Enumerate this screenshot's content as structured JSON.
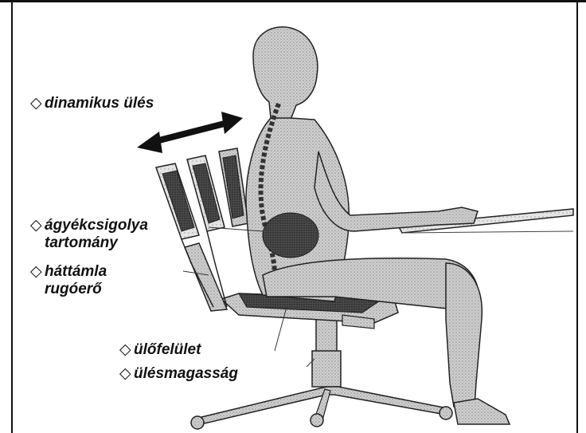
{
  "labels": {
    "dynamic_sitting": "dinamikus ülés",
    "lumbar_line1": "ágyékcsigolya",
    "lumbar_line2": "tartomány",
    "backrest_line1": "háttámla",
    "backrest_line2": "rugóerő",
    "seat_surface": "ülőfelület",
    "seat_height": "ülésmagasság"
  },
  "icons": {
    "bullet": "diamond-outline-icon"
  },
  "colors": {
    "ink": "#111111",
    "body_shade": "#bdbdbd",
    "dark_shade": "#3a3a3a",
    "background": "#ffffff"
  }
}
